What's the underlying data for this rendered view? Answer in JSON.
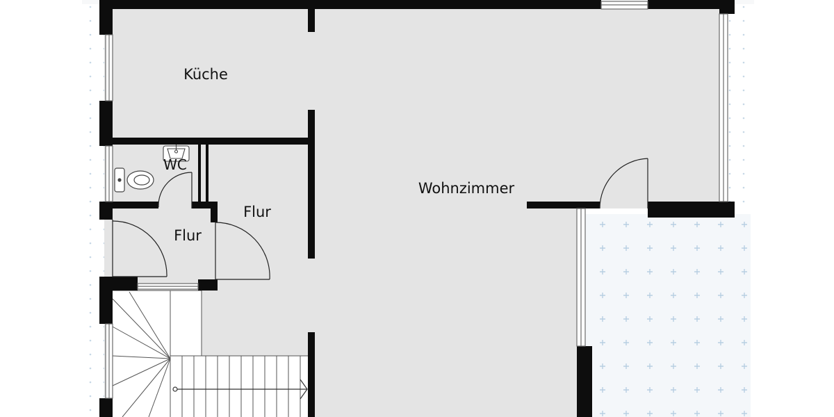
{
  "plan": {
    "rooms": [
      {
        "id": "kueche",
        "label": "Küche"
      },
      {
        "id": "wc",
        "label": "WC"
      },
      {
        "id": "flur-upper",
        "label": "Flur"
      },
      {
        "id": "flur-lower",
        "label": "Flur"
      },
      {
        "id": "wohnzimmer",
        "label": "Wohnzimmer"
      }
    ]
  },
  "colors": {
    "floor": "#e4e4e4",
    "wall": "#0d0d0d",
    "outside": "#f7f8f9",
    "grid_dot": "#c7d8e6",
    "terrace": "#f4f7fa",
    "terrace_cross": "#b8cfe2",
    "stair_line": "#555555",
    "window_frame": "#6a6a6a"
  },
  "icons": [
    "toilet-icon",
    "sink-icon",
    "stair-arrow-icon"
  ]
}
